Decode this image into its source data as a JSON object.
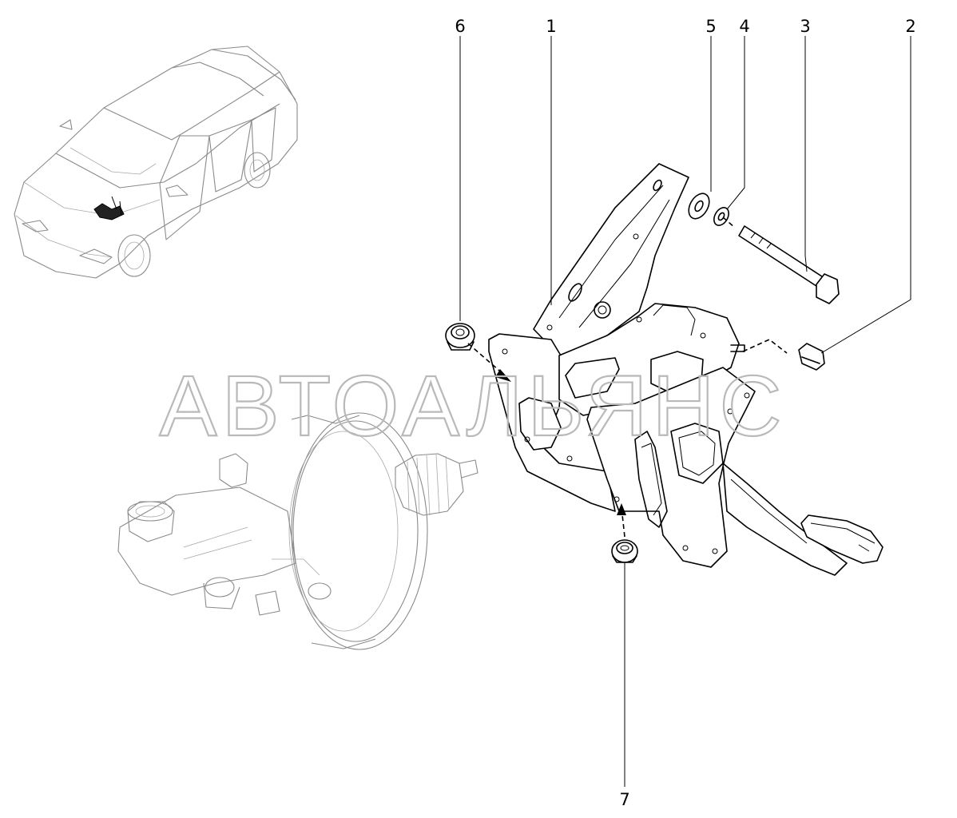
{
  "watermark": "АВТОАЛЬЯНС",
  "callouts": {
    "c1": "1",
    "c2": "2",
    "c3": "3",
    "c4": "4",
    "c5": "5",
    "c6": "6",
    "c7": "7"
  }
}
